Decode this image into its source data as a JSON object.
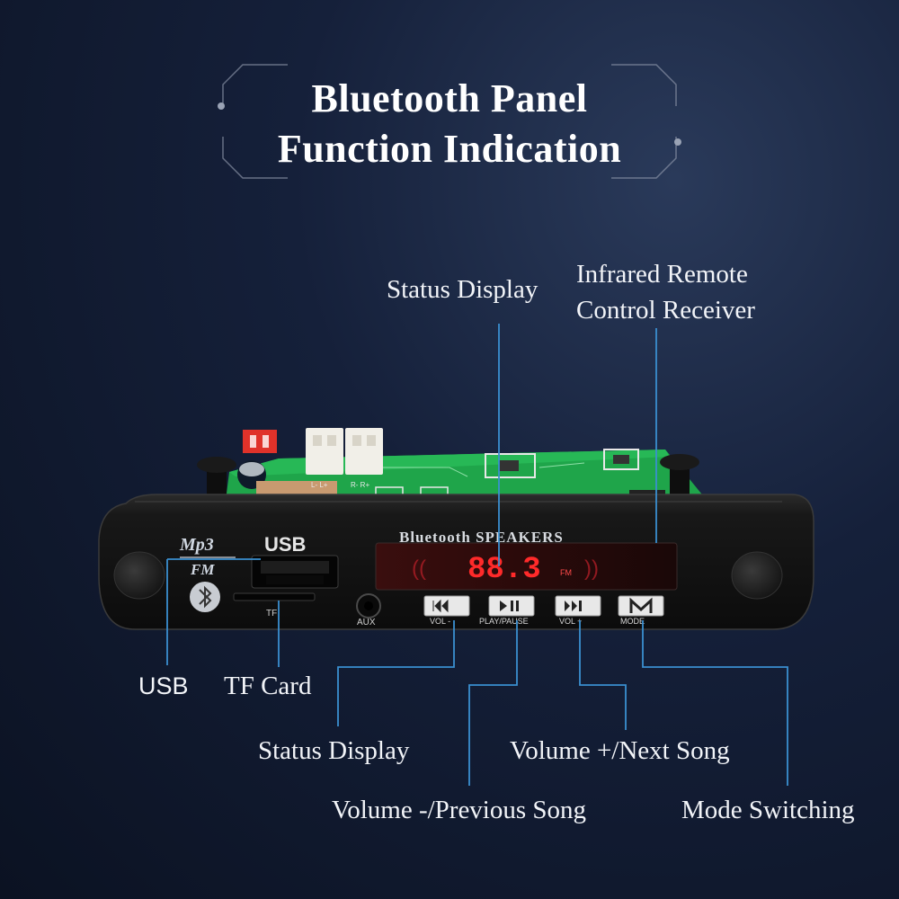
{
  "title": {
    "line1": "Bluetooth Panel",
    "line2": "Function Indication"
  },
  "device": {
    "panel_brand": "Bluetooth SPEAKERS",
    "display_value": "88.3",
    "display_unit": "FM",
    "mp3_text": "Mp3",
    "fm_text": "FM",
    "usb_text": "USB",
    "tf_text": "TF",
    "aux_text": "AUX",
    "buttons": [
      {
        "label": "VOL -"
      },
      {
        "label": "PLAY/PAUSE"
      },
      {
        "label": "VOL +"
      },
      {
        "label": "MODE"
      }
    ],
    "connector_label_left": "L- L+",
    "connector_label_right": "R- R+"
  },
  "callouts": {
    "status_display_top": "Status Display",
    "ir_line1": "Infrared Remote",
    "ir_line2": "Control Receiver",
    "usb": "USB",
    "tf_card": "TF Card",
    "status_display_bottom": "Status Display",
    "volume_plus": "Volume +/Next Song",
    "volume_minus": "Volume -/Previous Song",
    "mode": "Mode Switching"
  },
  "colors": {
    "background": "#0b1222",
    "leader_line": "#3a8fd0",
    "display_red": "#ff2a2a",
    "pcb_green": "#1fa54a",
    "panel_black": "#141414"
  }
}
